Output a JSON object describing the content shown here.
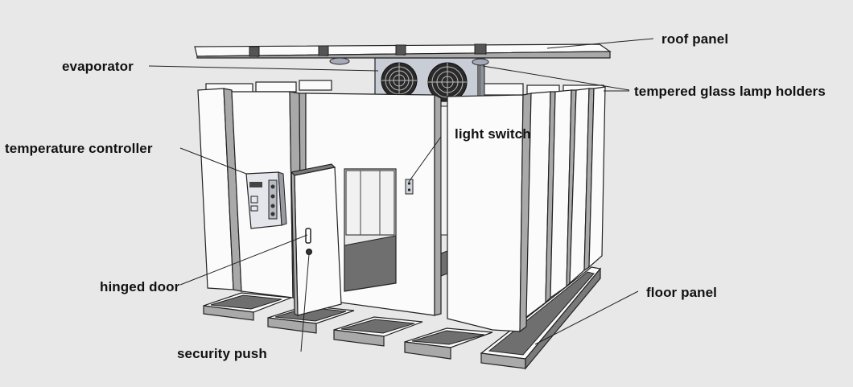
{
  "callouts": {
    "roof_panel": "roof panel",
    "evaporator": "evaporator",
    "tempered_glass_lamp_holders": "tempered glass lamp holders",
    "light_switch": "light switch",
    "temperature_controller": "temperature controller",
    "hinged_door": "hinged door",
    "floor_panel": "floor panel",
    "security_push": "security push"
  },
  "colors": {
    "background": "#e8e8e8",
    "panel_face": "#fbfbfb",
    "panel_edge": "#a9a9a9",
    "floor_tray": "#6f6f6f",
    "line": "#222222"
  }
}
